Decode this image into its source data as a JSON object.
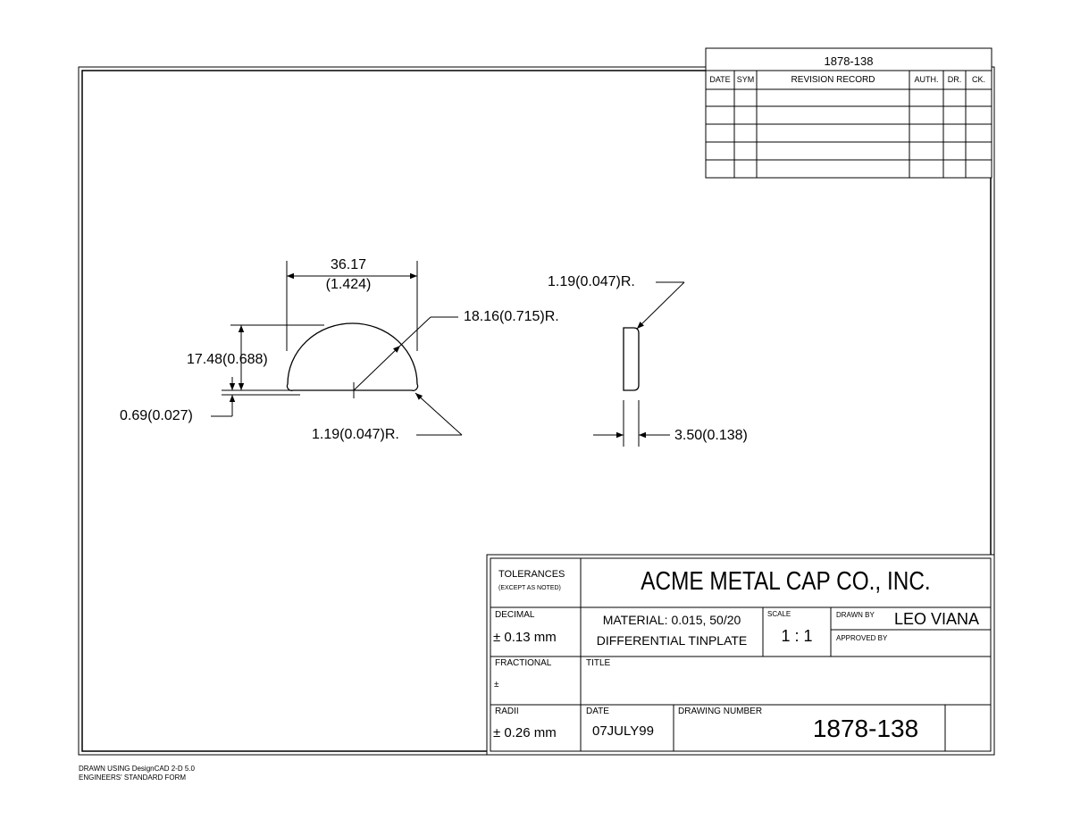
{
  "revision_block": {
    "number": "1878-138",
    "headers": {
      "date": "DATE",
      "sym": "SYM",
      "record": "REVISION RECORD",
      "auth": "AUTH.",
      "dr": "DR.",
      "ck": "CK."
    }
  },
  "dimensions": {
    "width": "36.17",
    "width_inch": "(1.424)",
    "outer_radius": "18.16(0.715)R.",
    "height": "17.48(0.688)",
    "base_offset": "0.69(0.027)",
    "corner_radius_front": "1.19(0.047)R.",
    "corner_radius_side": "1.19(0.047)R.",
    "thickness": "3.50(0.138)"
  },
  "title_block": {
    "tolerances_label": "TOLERANCES",
    "tolerances_note": "(EXCEPT AS NOTED)",
    "company": "ACME METAL CAP CO., INC.",
    "decimal_label": "DECIMAL",
    "decimal_value": "± 0.13 mm",
    "material_line1": "MATERIAL: 0.015, 50/20",
    "material_line2": "DIFFERENTIAL TINPLATE",
    "scale_label": "SCALE",
    "scale_value": "1 : 1",
    "drawn_by_label": "DRAWN BY",
    "drawn_by_value": "LEO VIANA",
    "approved_by_label": "APPROVED BY",
    "fractional_label": "FRACTIONAL",
    "fractional_value": "±",
    "title_label": "TITLE",
    "radii_label": "RADII",
    "radii_value": "± 0.26 mm",
    "date_label": "DATE",
    "date_value": "07JULY99",
    "drawing_number_label": "DRAWING NUMBER",
    "drawing_number_value": "1878-138"
  },
  "footer": {
    "line1": "DRAWN USING DesignCAD 2-D 5.0",
    "line2": "ENGINEERS' STANDARD FORM"
  }
}
